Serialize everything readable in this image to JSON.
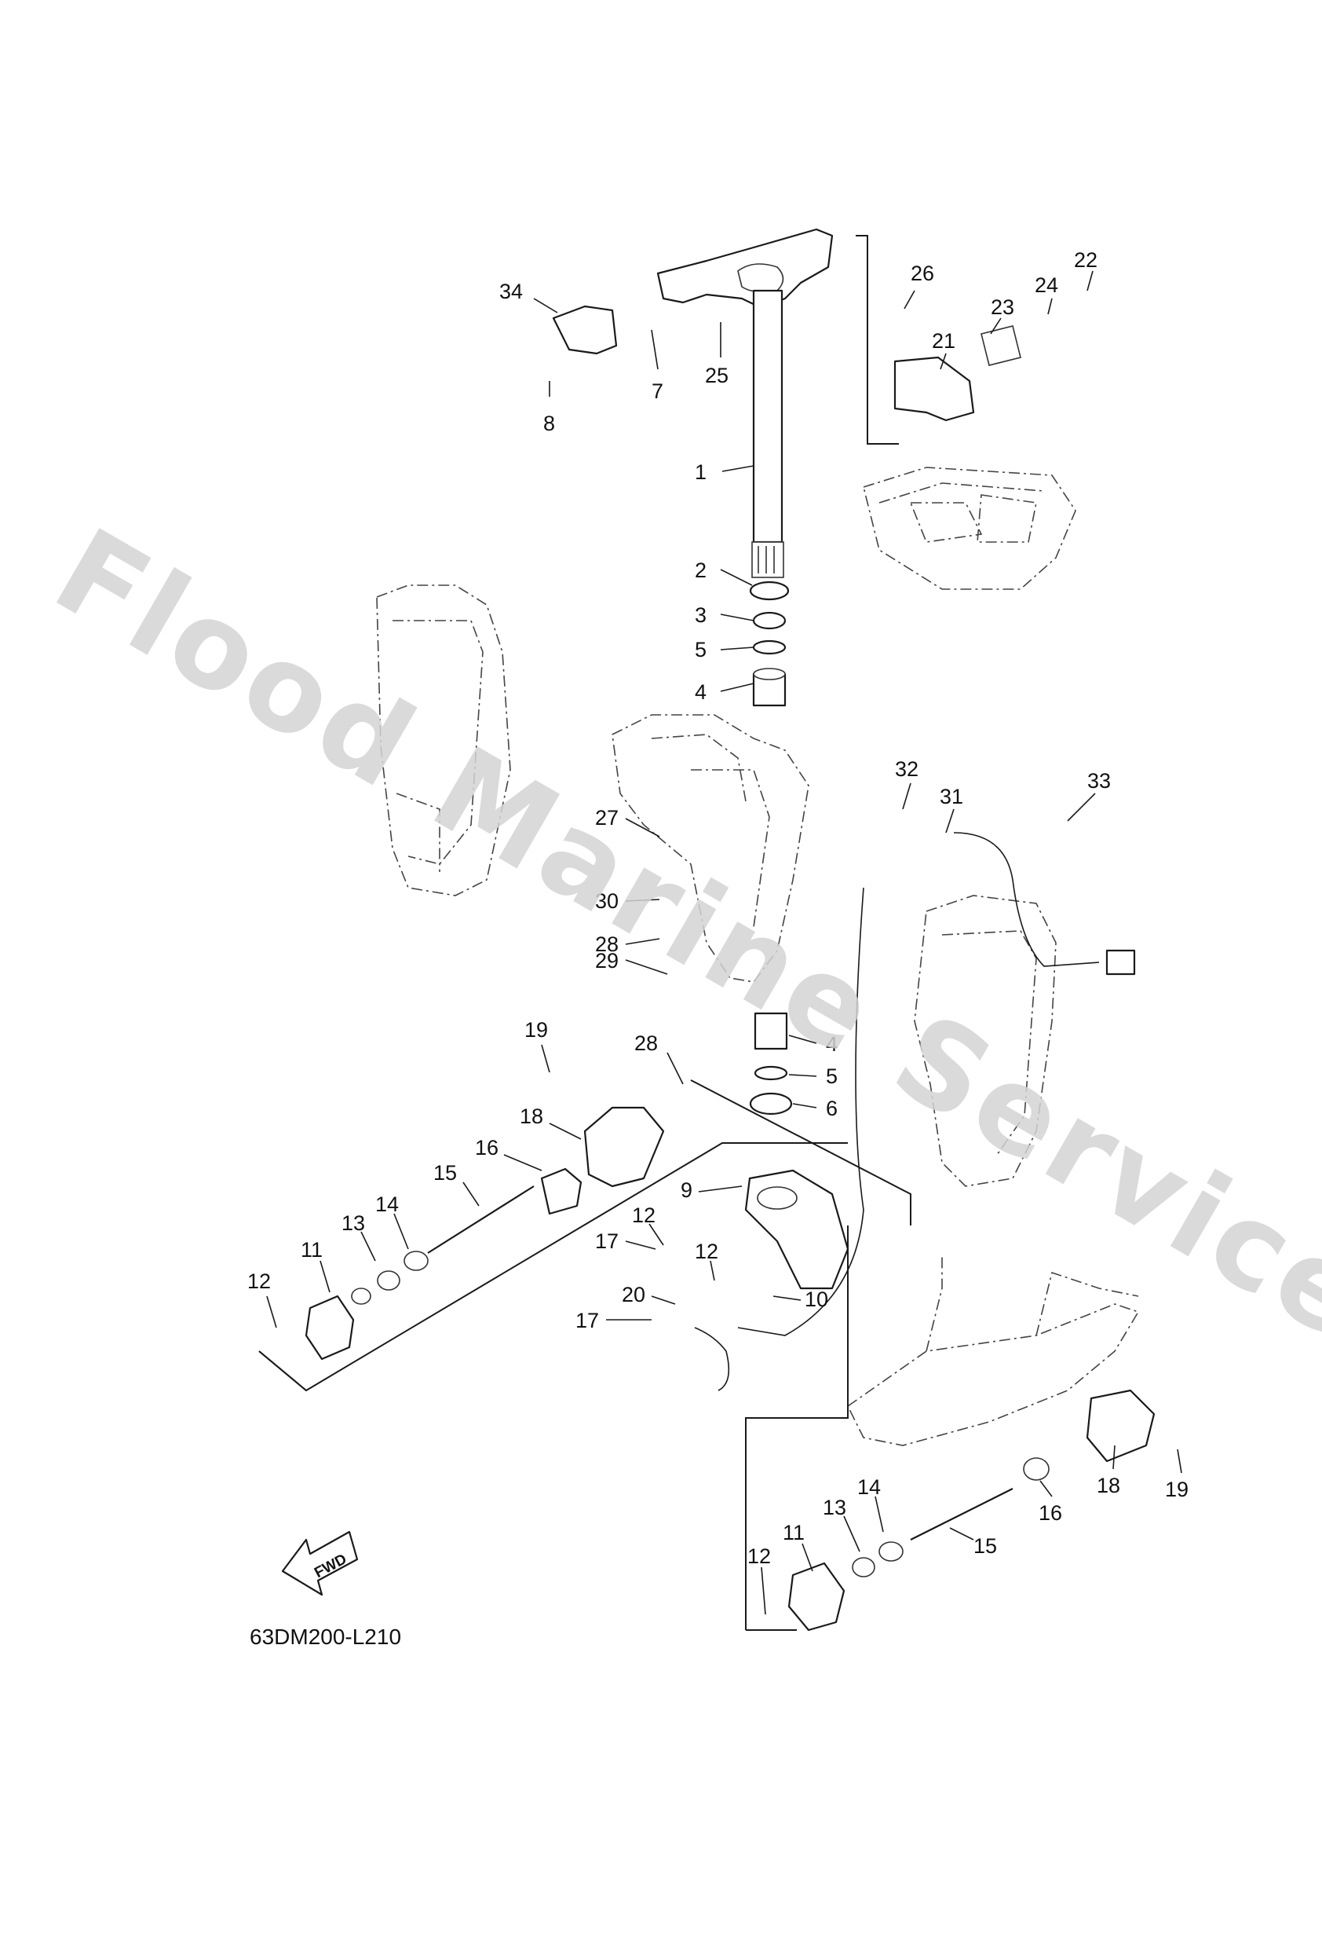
{
  "diagram": {
    "drawing_code": "63DM200-L210",
    "fwd_label": "FWD",
    "watermark": "Flood Marine Services",
    "callouts": [
      {
        "id": "c1",
        "text": "1"
      },
      {
        "id": "c2",
        "text": "2"
      },
      {
        "id": "c3",
        "text": "3"
      },
      {
        "id": "c5a",
        "text": "5"
      },
      {
        "id": "c4a",
        "text": "4"
      },
      {
        "id": "c34",
        "text": "34"
      },
      {
        "id": "c8",
        "text": "8"
      },
      {
        "id": "c7",
        "text": "7"
      },
      {
        "id": "c25",
        "text": "25"
      },
      {
        "id": "c26",
        "text": "26"
      },
      {
        "id": "c23",
        "text": "23"
      },
      {
        "id": "c24",
        "text": "24"
      },
      {
        "id": "c22",
        "text": "22"
      },
      {
        "id": "c21",
        "text": "21"
      },
      {
        "id": "c32",
        "text": "32"
      },
      {
        "id": "c31",
        "text": "31"
      },
      {
        "id": "c33",
        "text": "33"
      },
      {
        "id": "c27",
        "text": "27"
      },
      {
        "id": "c30",
        "text": "30"
      },
      {
        "id": "c28a",
        "text": "28"
      },
      {
        "id": "c29",
        "text": "29"
      },
      {
        "id": "c28b",
        "text": "28"
      },
      {
        "id": "c4b",
        "text": "4"
      },
      {
        "id": "c5b",
        "text": "5"
      },
      {
        "id": "c6",
        "text": "6"
      },
      {
        "id": "c19a",
        "text": "19"
      },
      {
        "id": "c18a",
        "text": "18"
      },
      {
        "id": "c16a",
        "text": "16"
      },
      {
        "id": "c15a",
        "text": "15"
      },
      {
        "id": "c9",
        "text": "9"
      },
      {
        "id": "c14a",
        "text": "14"
      },
      {
        "id": "c13a",
        "text": "13"
      },
      {
        "id": "c11a",
        "text": "11"
      },
      {
        "id": "c12a",
        "text": "12"
      },
      {
        "id": "c12b",
        "text": "12"
      },
      {
        "id": "c17a",
        "text": "17"
      },
      {
        "id": "c12c",
        "text": "12"
      },
      {
        "id": "c10",
        "text": "10"
      },
      {
        "id": "c20",
        "text": "20"
      },
      {
        "id": "c17b",
        "text": "17"
      },
      {
        "id": "c18b",
        "text": "18"
      },
      {
        "id": "c19b",
        "text": "19"
      },
      {
        "id": "c16b",
        "text": "16"
      },
      {
        "id": "c15b",
        "text": "15"
      },
      {
        "id": "c14b",
        "text": "14"
      },
      {
        "id": "c13b",
        "text": "13"
      },
      {
        "id": "c11b",
        "text": "11"
      },
      {
        "id": "c12d",
        "text": "12"
      }
    ]
  }
}
